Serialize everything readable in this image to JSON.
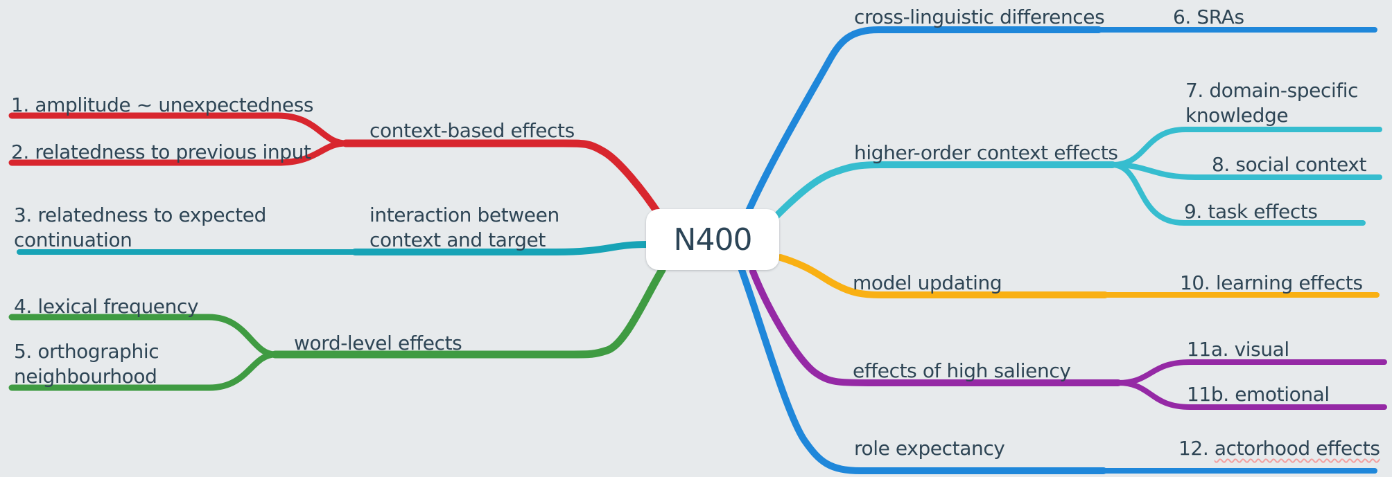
{
  "canvas": {
    "background": "#e7eaec",
    "text_color": "#2e4555"
  },
  "root": {
    "label": "N400"
  },
  "spellcheck": {
    "underline_color": "#f2a0a0"
  },
  "branches": [
    {
      "id": "context-based-effects",
      "color": "#d8262e",
      "label": "context-based effects",
      "children": [
        {
          "label": "1. amplitude ~ unexpectedness"
        },
        {
          "label": "2. relatedness to previous input"
        }
      ]
    },
    {
      "id": "interaction-context-target",
      "color": "#17a3b6",
      "label": "interaction between\ncontext and target",
      "children": [
        {
          "label": "3. relatedness to expected\ncontinuation"
        }
      ]
    },
    {
      "id": "word-level-effects",
      "color": "#3f9b42",
      "label": "word-level effects",
      "children": [
        {
          "label": "4. lexical frequency"
        },
        {
          "label": "5. orthographic\nneighbourhood"
        }
      ]
    },
    {
      "id": "cross-linguistic-differences",
      "color": "#1f87da",
      "label": "cross-linguistic differences",
      "children": [
        {
          "label": "6. SRAs"
        }
      ]
    },
    {
      "id": "higher-order-context-effects",
      "color": "#36bdcf",
      "label": "higher-order context effects",
      "children": [
        {
          "label": "7. domain-specific\nknowledge"
        },
        {
          "label": "8. social context"
        },
        {
          "label": "9. task effects"
        }
      ]
    },
    {
      "id": "model-updating",
      "color": "#f9b013",
      "label": "model updating",
      "children": [
        {
          "label": "10. learning effects"
        }
      ]
    },
    {
      "id": "effects-of-high-saliency",
      "color": "#9529a5",
      "label": "effects of high saliency",
      "children": [
        {
          "label": "11a. visual"
        },
        {
          "label": "11b. emotional"
        }
      ]
    },
    {
      "id": "role-expectancy",
      "color": "#1f87da",
      "label": "role expectancy",
      "children": [
        {
          "prefix": "12. ",
          "label": "actorhood effects"
        }
      ]
    }
  ]
}
